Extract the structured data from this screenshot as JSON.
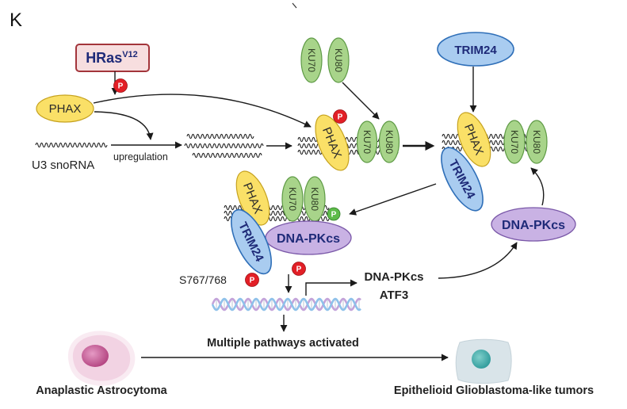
{
  "panel_label": "K",
  "labels": {
    "hras": "HRas",
    "hras_sup": "V12",
    "phax": "PHAX",
    "ku70": "KU70",
    "ku80": "KU80",
    "trim24": "TRIM24",
    "dnapkcs": "DNA-PKcs",
    "phospho": "P"
  },
  "rna": {
    "name": "U3 snoRNA",
    "process": "upregulation"
  },
  "phospho_site": "S767/768",
  "targets": [
    "DNA-PKcs",
    "ATF3"
  ],
  "outcome": "Multiple pathways activated",
  "cells": {
    "from": "Anaplastic Astrocytoma",
    "to": "Epithelioid Glioblastoma-like tumors"
  },
  "colors": {
    "phax": "#FAE067",
    "phax_stroke": "#C6A21E",
    "ku": "#A8D48A",
    "ku_stroke": "#5E9A45",
    "trim24": "#A9CCF0",
    "trim24_stroke": "#2F6FB8",
    "dnapkcs": "#C9B2E4",
    "dnapkcs_stroke": "#7A58A8",
    "phospho_red": "#E21F26",
    "phospho_green": "#5DBB4A",
    "hras_fill": "#F7DEDF",
    "hras_stroke": "#A3353B",
    "label_navy": "#1E2A78",
    "dna_a": "#8EC1EA",
    "dna_b": "#C3A3DA",
    "cell_pink": "#F2D3E3",
    "nucleus_magenta": "#B2427F",
    "cell_blue": "#D9E4E9",
    "nucleus_teal": "#2E9A9A"
  }
}
